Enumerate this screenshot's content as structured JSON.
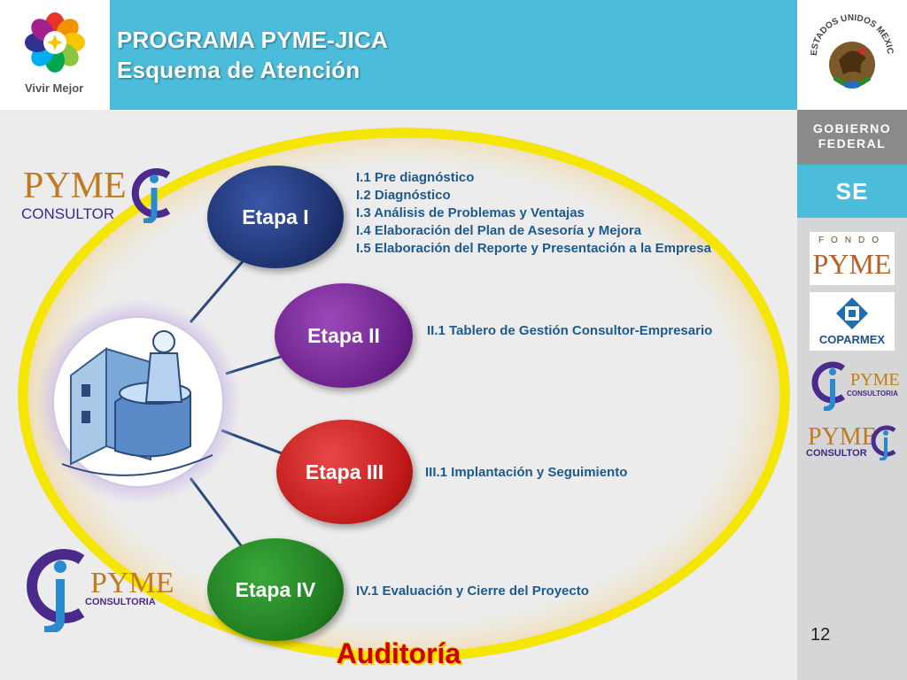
{
  "header": {
    "logo_caption": "Vivir Mejor",
    "title_line1": "PROGRAMA PYME-JICA",
    "title_line2": "Esquema de Atención"
  },
  "sidebar": {
    "gobierno_line1": "GOBIERNO",
    "gobierno_line2": "FEDERAL",
    "se_label": "SE",
    "seal_text": "ESTADOS UNIDOS MEXICANOS",
    "fondo_text": "FONDO",
    "fondo_pyme": "PYME",
    "coparmex_label": "COPARMEX",
    "consultoria_pyme": "PYME",
    "consultoria_label": "CONSULTORIA",
    "consultor_pyme": "PYME",
    "consultor_label": "CONSULTOR"
  },
  "left_logos": {
    "top_pyme": "PYME",
    "top_consultor": "CONSULTOR",
    "bottom_pyme": "PYME",
    "bottom_consultoria": "CONSULTORIA"
  },
  "stages": [
    {
      "label": "Etapa I",
      "color": "#1c2f6b",
      "items": [
        "I.1 Pre diagnóstico",
        "I.2 Diagnóstico",
        "I.3 Análisis de Problemas y Ventajas",
        "I.4 Elaboración del Plan de Asesoría y Mejora",
        "I.5 Elaboración del Reporte y Presentación a la Empresa"
      ]
    },
    {
      "label": "Etapa II",
      "color": "#6a1e8a",
      "items": [
        "II.1 Tablero de Gestión Consultor-Empresario"
      ]
    },
    {
      "label": "Etapa III",
      "color": "#c01818",
      "items": [
        "III.1 Implantación y Seguimiento"
      ]
    },
    {
      "label": "Etapa IV",
      "color": "#1e7a1e",
      "items": [
        "IV.1 Evaluación y Cierre del Proyecto"
      ]
    }
  ],
  "footer": {
    "auditoria": "Auditoría",
    "page_number": "12"
  },
  "colors": {
    "header_band": "#4bbcd9",
    "ellipse_ring": "#f5e600",
    "item_text": "#1e5a8c",
    "auditoria_text": "#cc0000"
  }
}
